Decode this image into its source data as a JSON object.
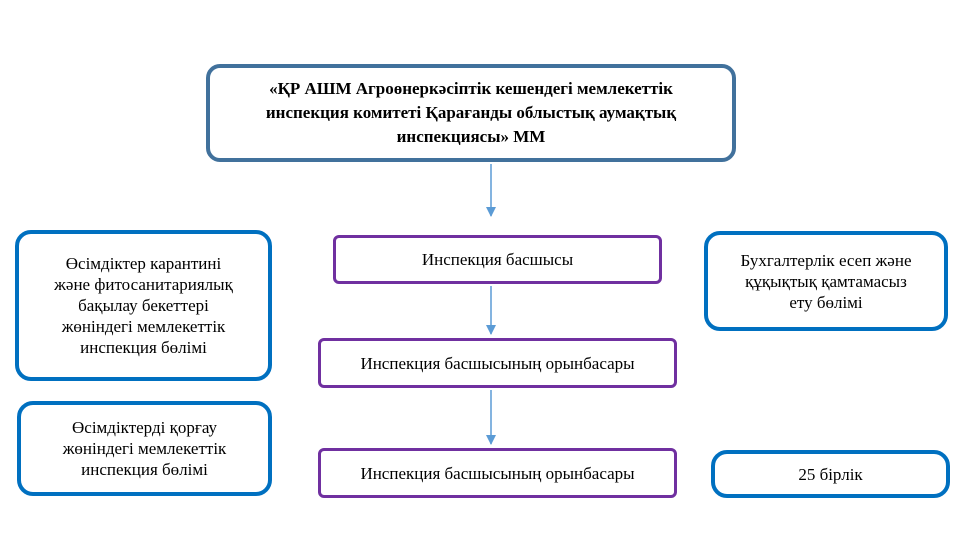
{
  "org_chart": {
    "top": {
      "lines": [
        "«ҚР АШМ Агроөнеркәсіптік кешендегі мемлекеттік",
        "инспекция комитеті Қарағанды облыстық аумақтық",
        "инспекциясы» ММ"
      ]
    },
    "head": "Инспекция басшысы",
    "deputy_1": "Инспекция басшысының орынбасары",
    "deputy_2": "Инспекция басшысының орынбасары",
    "left_1": {
      "lines": [
        "Өсімдіктер карантині",
        "және фитосанитариялық",
        "бақылау бекеттері",
        "жөніндегі мемлекеттік",
        "инспекция бөлімі"
      ]
    },
    "left_2": {
      "lines": [
        "Өсімдіктерді қорғау",
        "жөніндегі мемлекеттік",
        "инспекция бөлімі"
      ]
    },
    "right_1": {
      "lines": [
        "Бухгалтерлік есеп және",
        "құқықтық қамтамасыз",
        "ету бөлімі"
      ]
    },
    "right_2": "25 бірлік",
    "colors": {
      "top_border": "#41719c",
      "side_border": "#0070c0",
      "chain_border": "#7030a0",
      "arrow": "#5b9bd5"
    }
  }
}
